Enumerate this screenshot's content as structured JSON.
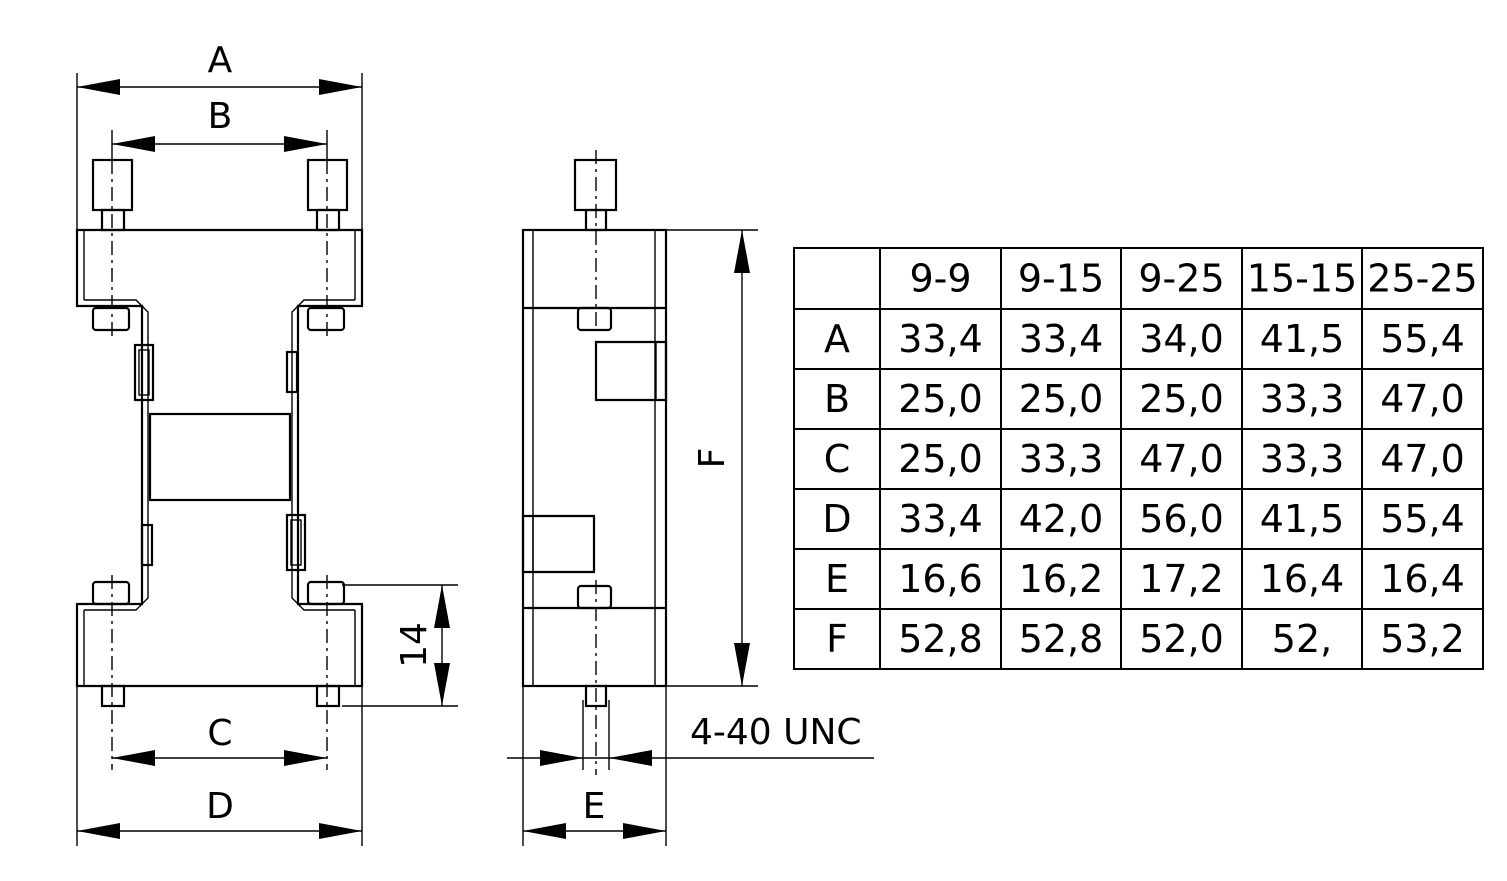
{
  "dimensions": {
    "A": "A",
    "B": "B",
    "C": "C",
    "D": "D",
    "E": "E",
    "F": "F",
    "height_14": "14",
    "thread": "4-40  UNC"
  },
  "table": {
    "headers": [
      "",
      "9-9",
      "9-15",
      "9-25",
      "15-15",
      "25-25"
    ],
    "rows": [
      [
        "A",
        "33,4",
        "33,4",
        "34,0",
        "41,5",
        "55,4"
      ],
      [
        "B",
        "25,0",
        "25,0",
        "25,0",
        "33,3",
        "47,0"
      ],
      [
        "C",
        "25,0",
        "33,3",
        "47,0",
        "33,3",
        "47,0"
      ],
      [
        "D",
        "33,4",
        "42,0",
        "56,0",
        "41,5",
        "55,4"
      ],
      [
        "E",
        "16,6",
        "16,2",
        "17,2",
        "16,4",
        "16,4"
      ],
      [
        "F",
        "52,8",
        "52,8",
        "52,0",
        "52,",
        "53,2"
      ]
    ]
  }
}
